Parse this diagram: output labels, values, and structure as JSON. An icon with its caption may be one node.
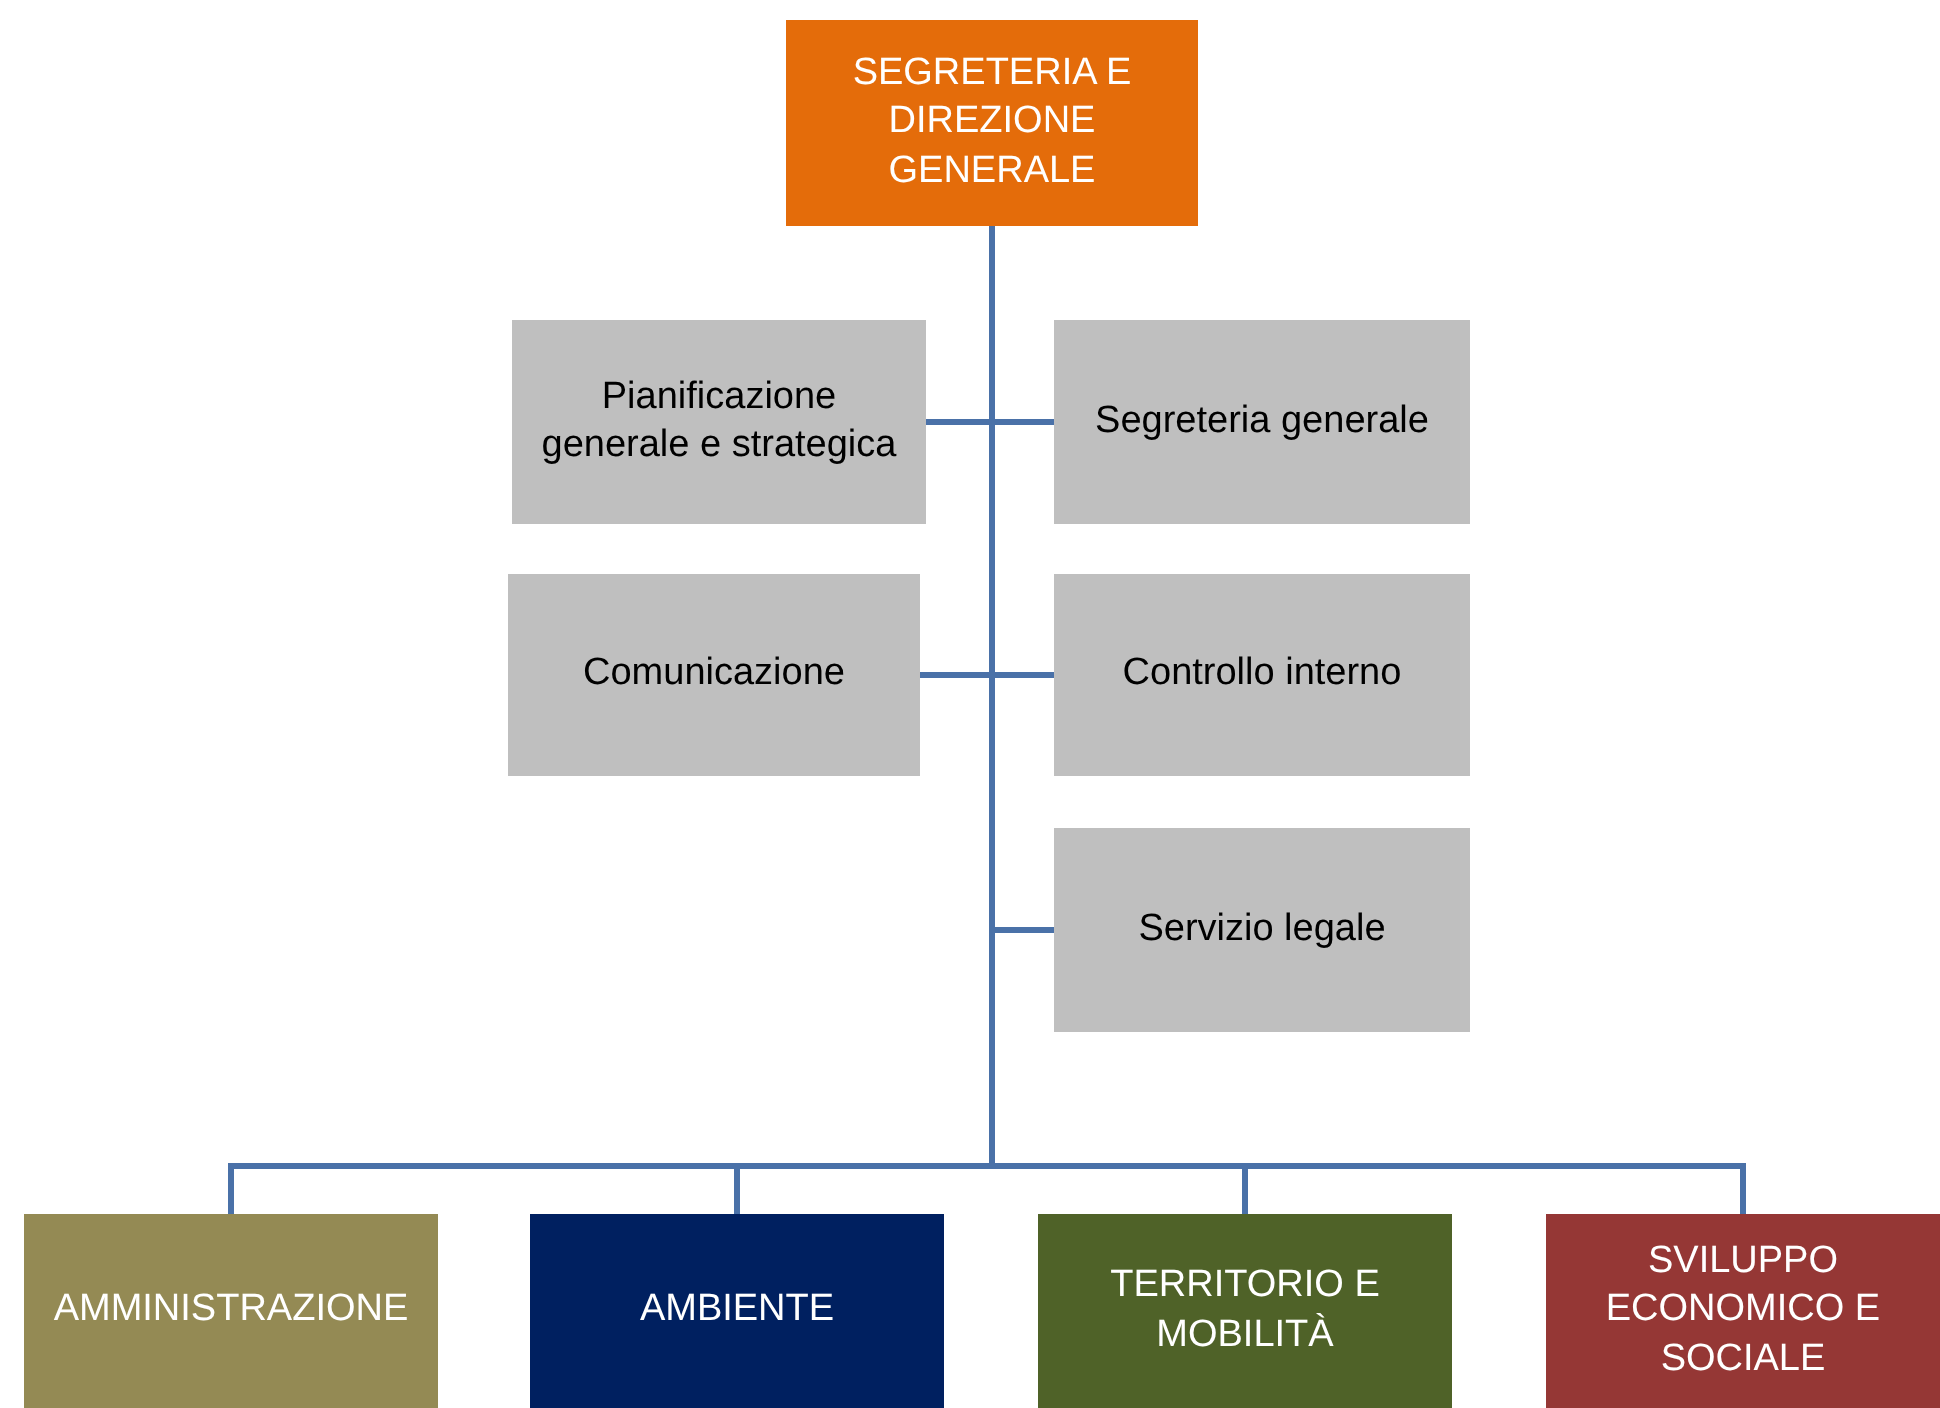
{
  "diagram": {
    "nodes": [
      {
        "text": [
          "SEGRETERIA E DIREZIONE GENERALE"
        ]
      },
      {
        "text": [
          "Pianificazione generale e strategica"
        ]
      },
      {
        "text": [
          "Segreteria generale"
        ]
      },
      {
        "text": [
          "Comunicazione"
        ]
      },
      {
        "text": [
          "Controllo interno"
        ]
      },
      {
        "text": [
          "Servizio legale"
        ]
      },
      {
        "text": [
          "AMMINISTRAZIONE"
        ]
      },
      {
        "text": [
          "AMBIENTE"
        ]
      },
      {
        "text": [
          "TERRITORIO E MOBILITÀ"
        ]
      },
      {
        "text": [
          "SVILUPPO ECONOMICO E SOCIALE"
        ]
      }
    ],
    "edges": [
      {
        "from": 0,
        "to": 1,
        "arrow": "none"
      },
      {
        "from": 0,
        "to": 2,
        "arrow": "none"
      },
      {
        "from": 0,
        "to": 3,
        "arrow": "none"
      },
      {
        "from": 0,
        "to": 4,
        "arrow": "none"
      },
      {
        "from": 0,
        "to": 5,
        "arrow": "none"
      },
      {
        "from": 0,
        "to": 6,
        "arrow": "none"
      },
      {
        "from": 0,
        "to": 7,
        "arrow": "none"
      },
      {
        "from": 0,
        "to": 8,
        "arrow": "none"
      },
      {
        "from": 0,
        "to": 9,
        "arrow": "none"
      }
    ]
  }
}
